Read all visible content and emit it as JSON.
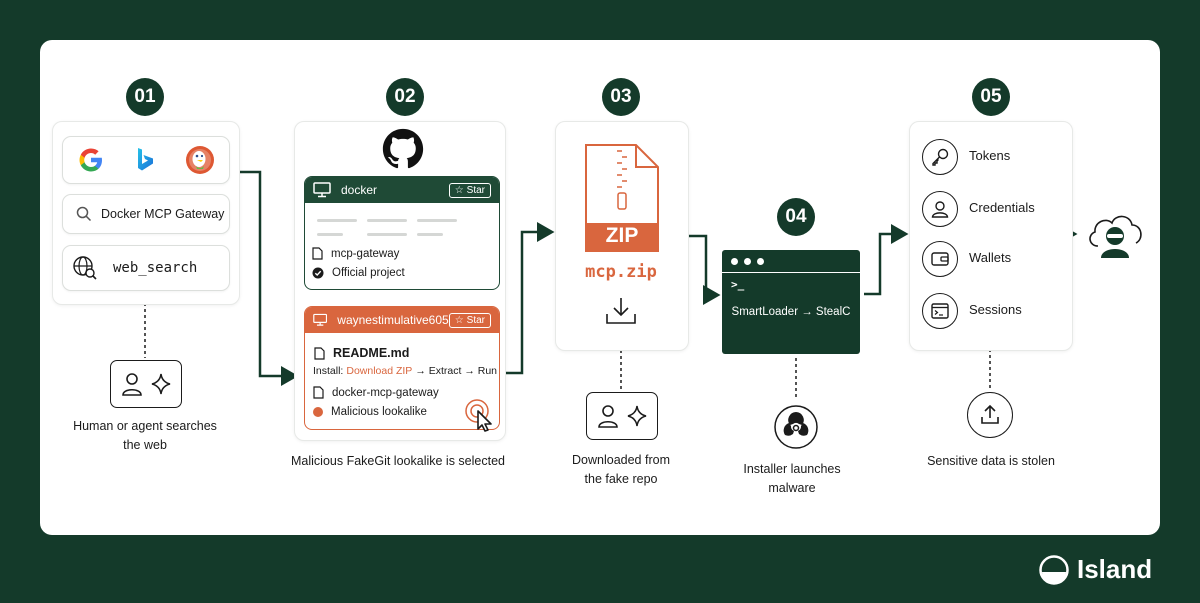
{
  "steps": [
    {
      "number": "01",
      "caption_line1": "Human or agent searches",
      "caption_line2": "the web"
    },
    {
      "number": "02",
      "caption_line1": "Malicious FakeGit lookalike is selected"
    },
    {
      "number": "03",
      "caption_line1": "Downloaded from",
      "caption_line2": "the fake repo"
    },
    {
      "number": "04",
      "caption_line1": "Installer launches",
      "caption_line2": "malware"
    },
    {
      "number": "05",
      "caption_line1": "Sensitive data is stolen"
    }
  ],
  "search": {
    "query": "Docker MCP Gateway",
    "tool": "web_search"
  },
  "official_repo": {
    "name": "docker",
    "star_label": "Star",
    "item": "mcp-gateway",
    "status": "Official project"
  },
  "fake_repo": {
    "name": "waynestimulative605",
    "star_label": "Star",
    "readme": "README.md",
    "install_prefix": "Install:",
    "install_link": "Download ZIP",
    "install_suffix": "→ Extract → Run",
    "item": "docker-mcp-gateway",
    "status": "Malicious lookalike"
  },
  "download": {
    "badge": "ZIP",
    "filename": "mcp.zip"
  },
  "terminal": {
    "prompt": ">_",
    "command": "SmartLoader → StealC"
  },
  "stolen": [
    "Tokens",
    "Credentials",
    "Wallets",
    "Sessions"
  ],
  "brand": {
    "name": "Island"
  },
  "colors": {
    "dark_green": "#143a2a",
    "accent_orange": "#d9663e",
    "official_green": "#1f4a36"
  }
}
